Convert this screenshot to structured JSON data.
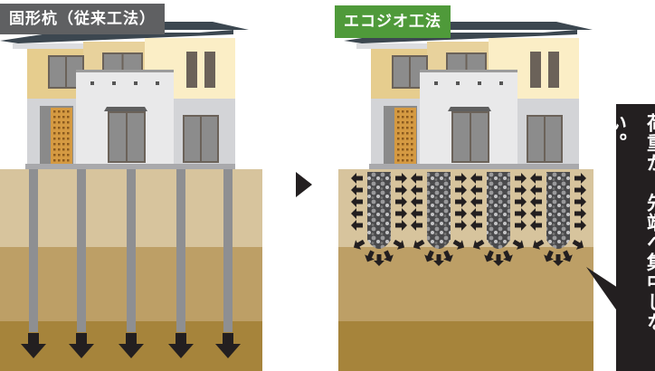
{
  "left_panel": {
    "label": "固形杭（従来工法）",
    "pile_count": 5
  },
  "right_panel": {
    "label": "エコジオ工法",
    "column_count": 4
  },
  "callout": {
    "text": "荷重が、先端へ集中しない。"
  },
  "colors": {
    "soil_top": "#d7c49d",
    "soil_mid": "#bd9f66",
    "soil_bottom": "#a6843b",
    "left_label_bg": "#5f6062",
    "right_label_bg": "#4f9a3a",
    "callout_bg": "#231f20"
  }
}
